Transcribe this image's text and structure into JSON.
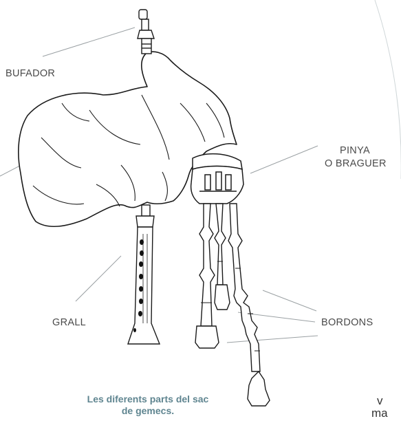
{
  "labels": {
    "bufador": "BUFADOR",
    "pinya_line1": "PINYA",
    "pinya_line2": "O BRAGUER",
    "grall": "GRALL",
    "bordons": "BORDONS"
  },
  "caption": {
    "line1": "Les diferents parts del sac",
    "line2": "de gemecs."
  },
  "fragments": {
    "right_1": "v",
    "right_2": "ma"
  }
}
